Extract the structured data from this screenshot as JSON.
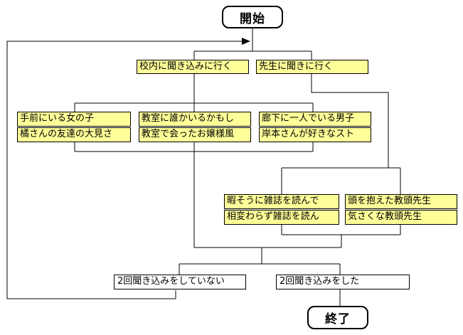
{
  "start": "開始",
  "end": "終了",
  "row1": [
    "校内に聞き込みに行く",
    "先生に聞きに行く"
  ],
  "row2": [
    [
      "手前にいる女の子",
      "橘さんの友達の大見さ"
    ],
    [
      "教室に誰かいるかもし",
      "教室で会ったお嬢様風"
    ],
    [
      "廊下に一人でいる男子",
      "岸本さんが好きなスト"
    ]
  ],
  "row3": [
    [
      "暇そうに雑誌を読んで",
      "相変わらず雑誌を読ん"
    ],
    [
      "頭を抱えた教頭先生",
      "気さくな教頭先生"
    ]
  ],
  "row4": [
    "2回聞き込みをしていない",
    "2回聞き込みをした"
  ]
}
